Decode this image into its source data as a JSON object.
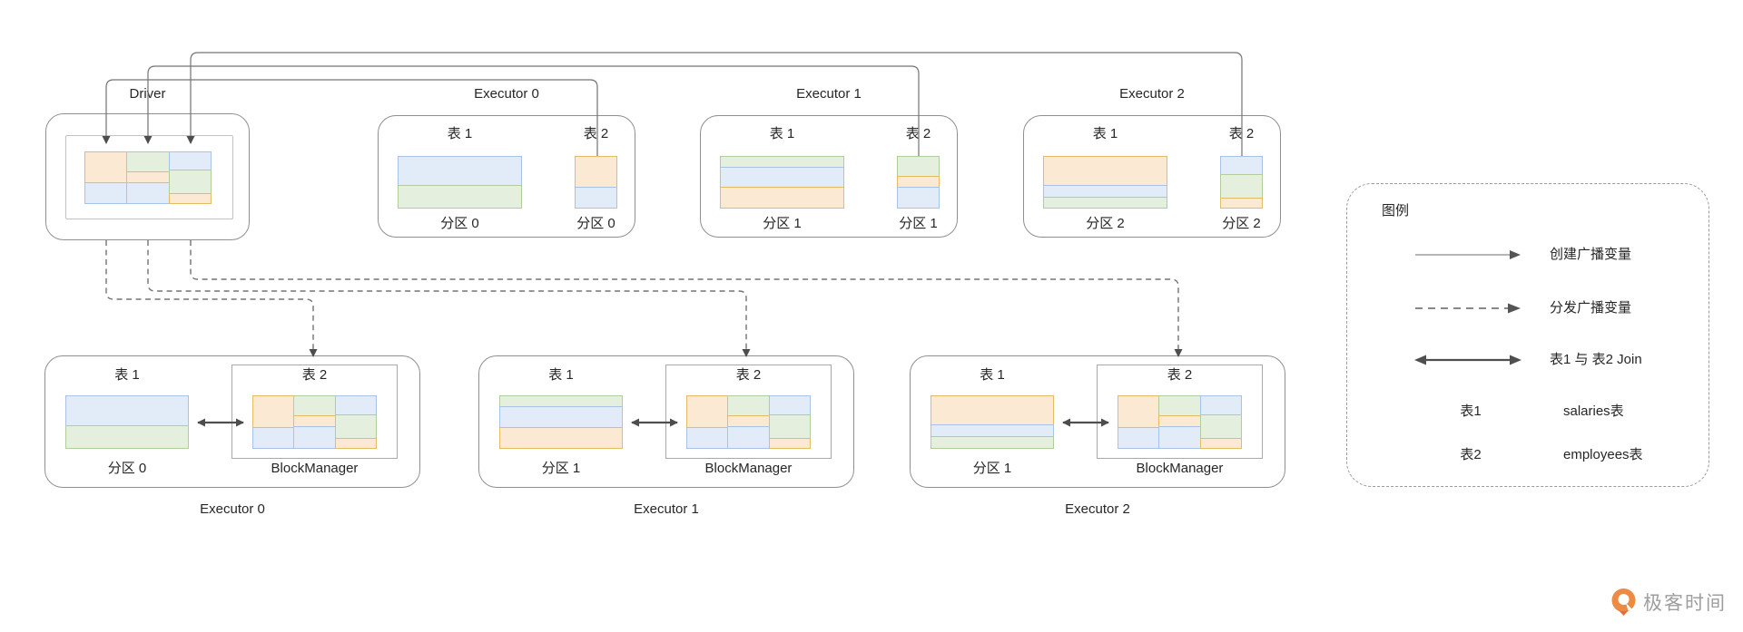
{
  "colors": {
    "line": "#737373",
    "arrowhead": "#4d4d4d",
    "join_line": "#4f4f4f",
    "box_border": "#8f8f8f"
  },
  "cells": {
    "colors": {
      "orange": {
        "fill": "#FBE9D3",
        "stroke": "#E5BC66"
      },
      "blue": {
        "fill": "#E2ECF9",
        "stroke": "#A9C3E8"
      },
      "green": {
        "fill": "#E5EFDD",
        "stroke": "#B2CD9C"
      }
    },
    "stacks": {
      "t2_p0": [
        [
          "orange",
          60
        ],
        [
          "blue",
          40
        ]
      ],
      "t2_p1": [
        [
          "green",
          38
        ],
        [
          "orange",
          21
        ],
        [
          "blue",
          41
        ]
      ],
      "t2_p2": [
        [
          "blue",
          36
        ],
        [
          "green",
          46
        ],
        [
          "orange",
          18
        ]
      ],
      "t1_p0": [
        [
          "blue",
          57
        ],
        [
          "green",
          43
        ]
      ],
      "t1_p1": [
        [
          "green",
          20
        ],
        [
          "blue",
          40
        ],
        [
          "orange",
          40
        ]
      ],
      "t1_p2": [
        [
          "orange",
          57
        ],
        [
          "blue",
          22
        ],
        [
          "green",
          21
        ]
      ]
    },
    "table2_grid": [
      "t2_p0",
      "t2_p1",
      "t2_p2"
    ]
  },
  "driver": {
    "title": "Driver"
  },
  "top_executors": [
    {
      "title": "Executor 0",
      "table1": "表 1",
      "table2": "表 2",
      "t1_partition": "分区 0",
      "t2_partition": "分区 0"
    },
    {
      "title": "Executor 1",
      "table1": "表 1",
      "table2": "表 2",
      "t1_partition": "分区 1",
      "t2_partition": "分区 1"
    },
    {
      "title": "Executor 2",
      "table1": "表 1",
      "table2": "表 2",
      "t1_partition": "分区 2",
      "t2_partition": "分区 2"
    }
  ],
  "bottom_executors": [
    {
      "title": "Executor 0",
      "table1": "表 1",
      "table2": "表 2",
      "partition": "分区 0",
      "blockmanager": "BlockManager"
    },
    {
      "title": "Executor 1",
      "table1": "表 1",
      "table2": "表 2",
      "partition": "分区 1",
      "blockmanager": "BlockManager"
    },
    {
      "title": "Executor 2",
      "table1": "表 1",
      "table2": "表 2",
      "partition": "分区 1",
      "blockmanager": "BlockManager"
    }
  ],
  "legend": {
    "title": "图例",
    "arrow_rows": [
      {
        "type": "solid-arrow",
        "label": "创建广播变量"
      },
      {
        "type": "dashed-arrow",
        "label": "分发广播变量"
      },
      {
        "type": "double-arrow",
        "label": "表1 与 表2 Join"
      }
    ],
    "table_rows": [
      {
        "key": "表1",
        "value": "salaries表"
      },
      {
        "key": "表2",
        "value": "employees表"
      }
    ]
  },
  "logo": {
    "text": "极客时间"
  }
}
